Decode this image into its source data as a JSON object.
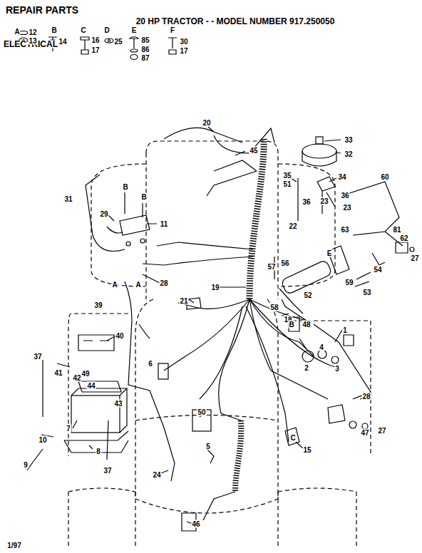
{
  "diagram": {
    "title": "REPAIR PARTS",
    "labels": [
      "20 HP TRACTOR - - MODEL NUMBER 917.250050",
      "ELECTRICAL",
      "A",
      "12",
      "13",
      "B",
      "14",
      "C",
      "16",
      "17",
      "D",
      "25",
      "E",
      "85",
      "86",
      "87",
      "F",
      "30",
      "17",
      "20",
      "33",
      "32",
      "45",
      "35",
      "51",
      "34",
      "36",
      "36",
      "23",
      "23",
      "60",
      "31",
      "B",
      "B",
      "29",
      "11",
      "22",
      "63",
      "81",
      "62",
      "27",
      "E",
      "57",
      "56",
      "52",
      "59",
      "54",
      "53",
      "A",
      "A",
      "28",
      "19",
      "58",
      "18",
      "21",
      "39",
      "48",
      "B",
      "1",
      "40",
      "2",
      "4",
      "3",
      "37",
      "41",
      "49",
      "42",
      "44",
      "43",
      "6",
      "7",
      "8",
      "10",
      "9",
      "37",
      "28",
      "47",
      "27",
      "50",
      "5",
      "15",
      "C",
      "24",
      "46",
      "1/97"
    ]
  }
}
